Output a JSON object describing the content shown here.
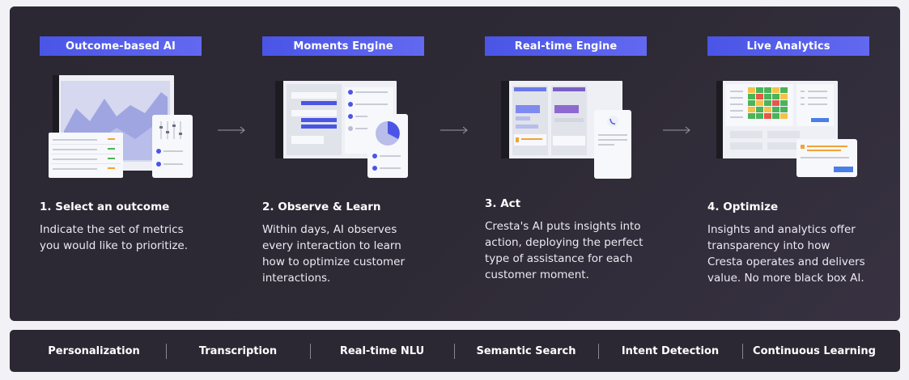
{
  "steps": [
    {
      "tag": "Outcome-based AI",
      "title": "1. Select an outcome",
      "desc": [
        "Indicate the set of metrics",
        "you would like to prioritize."
      ]
    },
    {
      "tag": "Moments Engine",
      "title": "2. Observe & Learn",
      "desc": [
        "Within days, AI observes",
        "every interaction to learn",
        "how to optimize customer",
        "interactions."
      ]
    },
    {
      "tag": "Real-time Engine",
      "title": "3. Act",
      "desc": [
        "Cresta's AI puts insights into",
        "action, deploying the perfect",
        "type of assistance for each",
        "customer moment."
      ]
    },
    {
      "tag": "Live Analytics",
      "title": "4. Optimize",
      "desc": [
        "Insights and analytics offer",
        "transparency into how",
        "Cresta operates and delivers",
        "value. No more black box AI."
      ]
    }
  ],
  "features": [
    "Personalization",
    "Transcription",
    "Real-time NLU",
    "Semantic Search",
    "Intent Detection",
    "Continuous Learning"
  ],
  "colors": {
    "accent": "#4a55e6",
    "orange": "#f2a23a",
    "green": "#4bb35a",
    "panel": "#2e2a35"
  },
  "icons": [
    "arrow-right-icon",
    "check-icon",
    "phone-icon"
  ]
}
